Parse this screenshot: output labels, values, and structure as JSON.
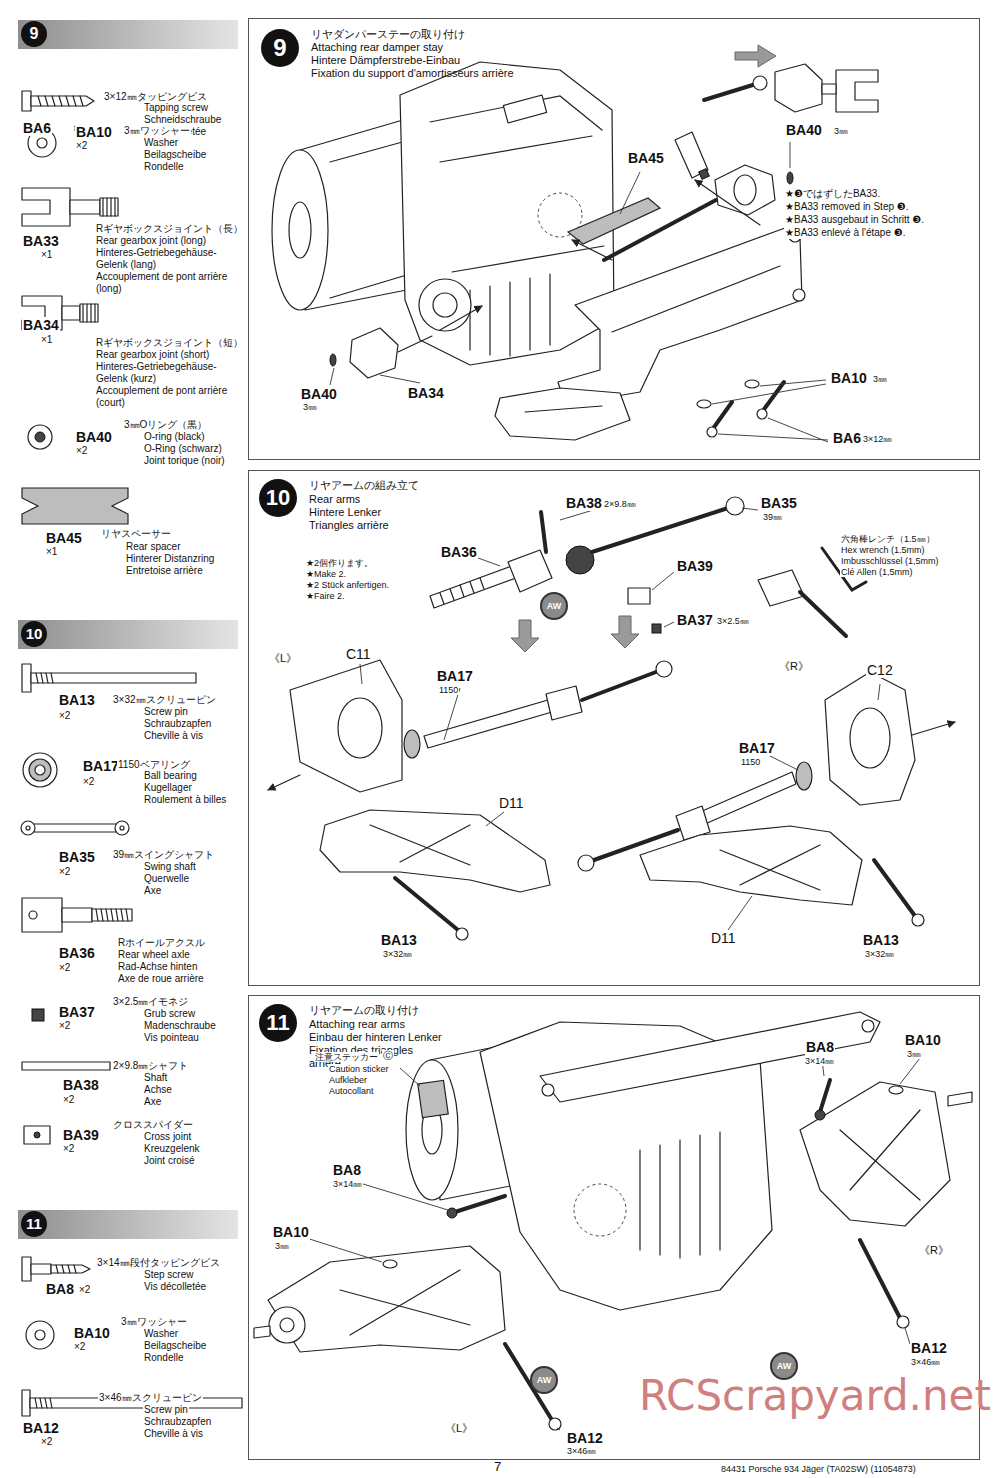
{
  "diagram": {
    "nodes": [
      {
        "text": [
          "9"
        ]
      },
      {
        "text": [
          "10"
        ]
      },
      {
        "text": [
          "11"
        ]
      },
      {
        "text": [
          "9",
          "リヤダンパーステーの取り付け",
          "Attaching rear damper stay",
          "Hintere Dämpferstrebe-Einbau",
          "Fixation du support d'amortisseurs arrière"
        ]
      },
      {
        "text": [
          "10",
          "リヤアームの組み立て",
          "Rear arms",
          "Hintere Lenker",
          "Triangles arrière"
        ]
      },
      {
        "text": [
          "11",
          "リヤアームの取り付け",
          "Attaching rear arms",
          "Einbau der hinteren Lenker",
          "Fixation des triangles arrière"
        ]
      }
    ],
    "labels": [
      "BA6",
      "×2",
      "3×12㎜タッピングビス",
      "Tapping screw",
      "Schneidschraube",
      "Vis décolletée",
      "BA10",
      "×2",
      "3㎜ワッシャー",
      "Washer",
      "Beilagscheibe",
      "Rondelle",
      "BA33",
      "×1",
      "Rギヤボックスジョイント（長）",
      "Rear gearbox joint (long)",
      "Hinteres-Getriebegehäuse-",
      "Gelenk (lang)",
      "Accouplement de pont arrière",
      "(long)",
      "BA34",
      "×1",
      "Rギヤボックスジョイント（短）",
      "Rear gearbox joint (short)",
      "Hinteres-Getriebegehäuse-",
      "Gelenk (kurz)",
      "Accouplement de pont arrière",
      "(court)",
      "BA40",
      "×2",
      "3㎜Oリング（黒）",
      "O-ring (black)",
      "O-Ring (schwarz)",
      "Joint torique (noir)",
      "BA45",
      "×1",
      "リヤスペーサー",
      "Rear spacer",
      "Hinterer Distanzring",
      "Entretoise arrière",
      "BA13",
      "×2",
      "3×32㎜スクリューピン",
      "Screw pin",
      "Schraubzapfen",
      "Cheville à vis",
      "BA17",
      "×2",
      "1150ベアリング",
      "Ball bearing",
      "Kugellager",
      "Roulement à billes",
      "BA35",
      "×2",
      "39㎜スイングシャフト",
      "Swing shaft",
      "Querwelle",
      "Axe",
      "BA36",
      "×2",
      "Rホイールアクスル",
      "Rear wheel axle",
      "Rad-Achse hinten",
      "Axe de roue arrière",
      "BA37",
      "×2",
      "3×2.5㎜イモネジ",
      "Grub screw",
      "Madenschraube",
      "Vis pointeau",
      "BA38",
      "×2",
      "2×9.8㎜シャフト",
      "Shaft",
      "Achse",
      "Axe",
      "BA39",
      "×2",
      "クロススパイダー",
      "Cross joint",
      "Kreuzgelenk",
      "Joint croisé",
      "BA8",
      "×2",
      "3×14㎜段付タッピングビス",
      "Step screw",
      "Vis décolletée",
      "BA10",
      "×2",
      "3㎜ワッシャー",
      "Washer",
      "Beilagscheibe",
      "Rondelle",
      "BA12",
      "×2",
      "3×46㎜スクリューピン",
      "Screw pin",
      "Schraubzapfen",
      "Cheville à vis",
      "BA40",
      "3㎜",
      "BA45",
      "★❸ではずしたBA33.",
      "★BA33 removed in Step ❸.",
      "★BA33 ausgebaut in Schritt ❸.",
      "★BA33 enlevé à l'étape ❸.",
      "BA10",
      "3㎜",
      "BA6",
      "3×12㎜",
      "BA40",
      "3㎜",
      "BA34",
      "★2個作ります。",
      "★Make 2.",
      "★2 Stück anfertigen.",
      "★Faire 2.",
      "BA38",
      "2×9.8㎜",
      "BA35",
      "39㎜",
      "BA36",
      "BA39",
      "BA37",
      "3×2.5㎜",
      "六角棒レンチ（1.5㎜）",
      "Hex wrench (1.5mm)",
      "Imbusschlüssel (1,5mm)",
      "Clé Allen (1,5mm)",
      "AW",
      "《L》",
      "C11",
      "BA17",
      "1150",
      "D11",
      "BA13",
      "3×32㎜",
      "《R》",
      "C12",
      "BA17",
      "1150",
      "D11",
      "BA13",
      "3×32㎜",
      "注意ステッカー",
      "Ⓒ",
      "Caution sticker",
      "Aufkleber",
      "Autocollant",
      "BA8",
      "3×14㎜",
      "BA10",
      "3㎜",
      "BA8",
      "3×14㎜",
      "BA10",
      "3㎜",
      "《R》",
      "AW",
      "AW",
      "BA12",
      "3×46㎜",
      "《L》",
      "BA12",
      "3×46㎜",
      "7",
      "84431 Porsche 934 Jäger (TA02SW) (11054873)",
      "RCScrapyard.net"
    ]
  }
}
